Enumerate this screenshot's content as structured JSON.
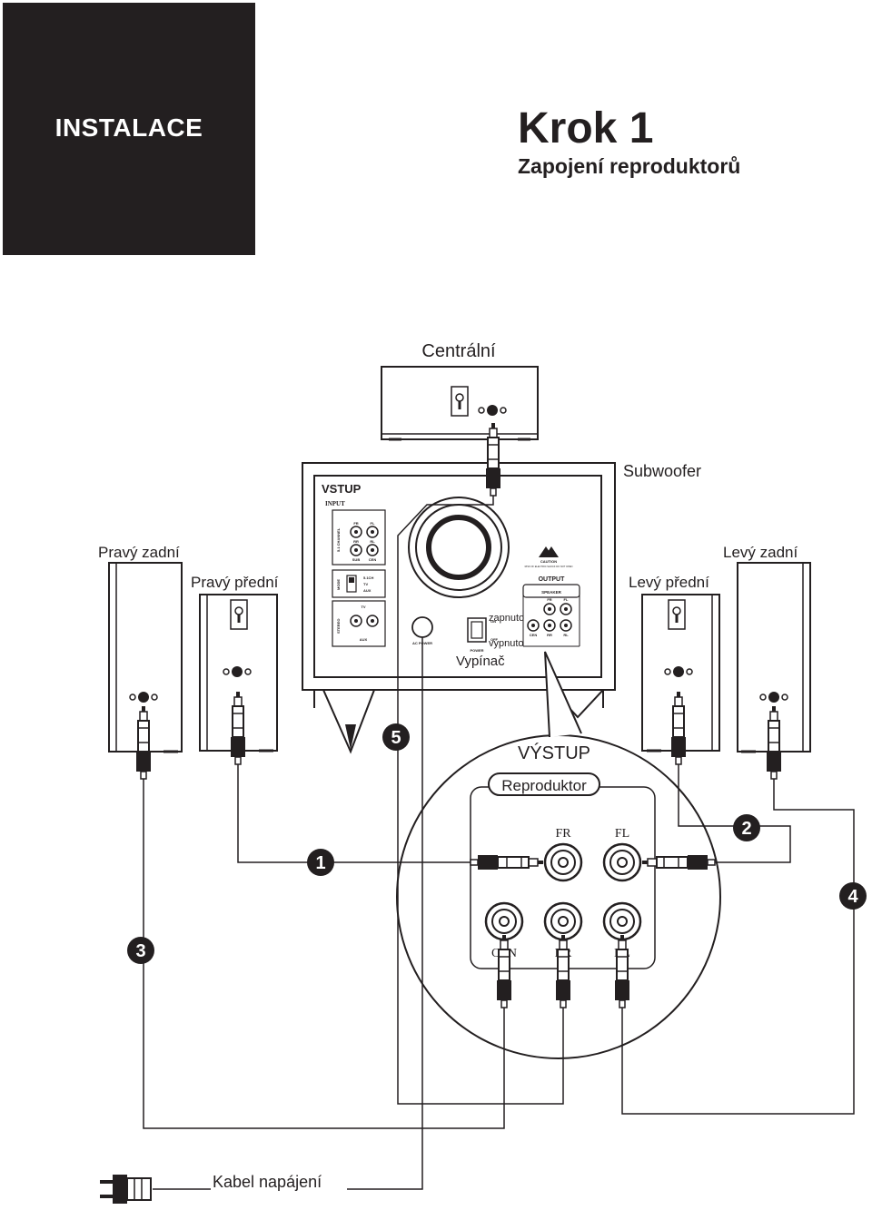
{
  "header": {
    "section": "INSTALACE",
    "step_title": "Krok 1",
    "step_subtitle": "Zapojení reproduktorů"
  },
  "speakers": {
    "center": "Centrální",
    "subwoofer": "Subwoofer",
    "rear_right": "Pravý zadní",
    "front_right": "Pravý přední",
    "rear_left": "Levý zadní",
    "front_left": "Levý přední"
  },
  "subwoofer_panel": {
    "input_label_cz": "VSTUP",
    "input_label_en": "INPUT",
    "channel_label": "5.1 CHANNEL",
    "mode_label": "MODE",
    "stereo_label": "STEREO",
    "input_jacks": [
      "FR",
      "FL",
      "RR",
      "RL",
      "SUB",
      "CEN"
    ],
    "mode_options": [
      "5.1CH",
      "TV",
      "AUX"
    ],
    "tv_label": "TV",
    "aux_label": "AUX",
    "ac_power": "AC POWER",
    "power": "POWER",
    "on_label": "zapnuto",
    "on_en": "ON",
    "off_label": "vypnuto",
    "off_en": "OFF",
    "switch_label": "Vypínač",
    "caution": "CAUTION",
    "caution_text": "RISK OF ELECTRIC SHOCK DO NOT OPEN",
    "output_label": "OUTPUT",
    "speaker_label": "SPEAKER",
    "output_jacks": [
      "FR",
      "FL",
      "CEN",
      "RR",
      "RL"
    ]
  },
  "callout": {
    "title": "VÝSTUP",
    "box_label": "Reproduktor",
    "jacks": [
      "FR",
      "FL",
      "CEN",
      "RR",
      "RL"
    ]
  },
  "steps": [
    "1",
    "2",
    "3",
    "4",
    "5"
  ],
  "power_cable": "Kabel napájení",
  "colors": {
    "ink": "#231f20",
    "background": "#ffffff"
  }
}
